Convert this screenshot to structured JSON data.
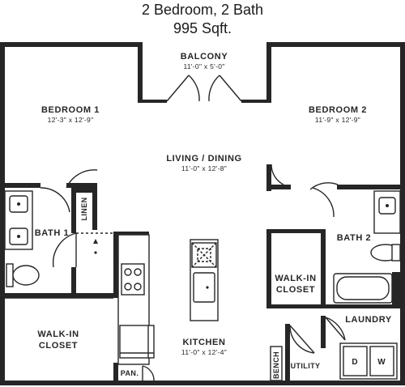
{
  "header": {
    "title": "2 Bedroom, 2 Bath",
    "subtitle": "995 Sqft."
  },
  "rooms": {
    "balcony": {
      "name": "BALCONY",
      "dims": "11'-0\" x 5'-0\""
    },
    "bedroom1": {
      "name": "BEDROOM 1",
      "dims": "12'-3\" x 12'-9\""
    },
    "bedroom2": {
      "name": "BEDROOM 2",
      "dims": "11'-9\" x 12'-9\""
    },
    "living": {
      "name": "LIVING / DINING",
      "dims": "11'-0\" x 12'-8\""
    },
    "kitchen": {
      "name": "KITCHEN",
      "dims": "11'-0\" x 12'-4\""
    },
    "bath1": {
      "name": "BATH 1"
    },
    "bath2": {
      "name": "BATH 2"
    },
    "walkin1": {
      "name_line1": "WALK-IN",
      "name_line2": "CLOSET"
    },
    "walkin2": {
      "name_line1": "WALK-IN",
      "name_line2": "CLOSET"
    },
    "laundry": {
      "name": "LAUNDRY"
    },
    "utility": {
      "name": "UTILITY"
    },
    "linen": {
      "name": "LINEN"
    },
    "bench": {
      "name": "BENCH"
    },
    "pantry": {
      "name": "PAN."
    }
  },
  "appliances": {
    "dryer": "D",
    "washer": "W"
  }
}
